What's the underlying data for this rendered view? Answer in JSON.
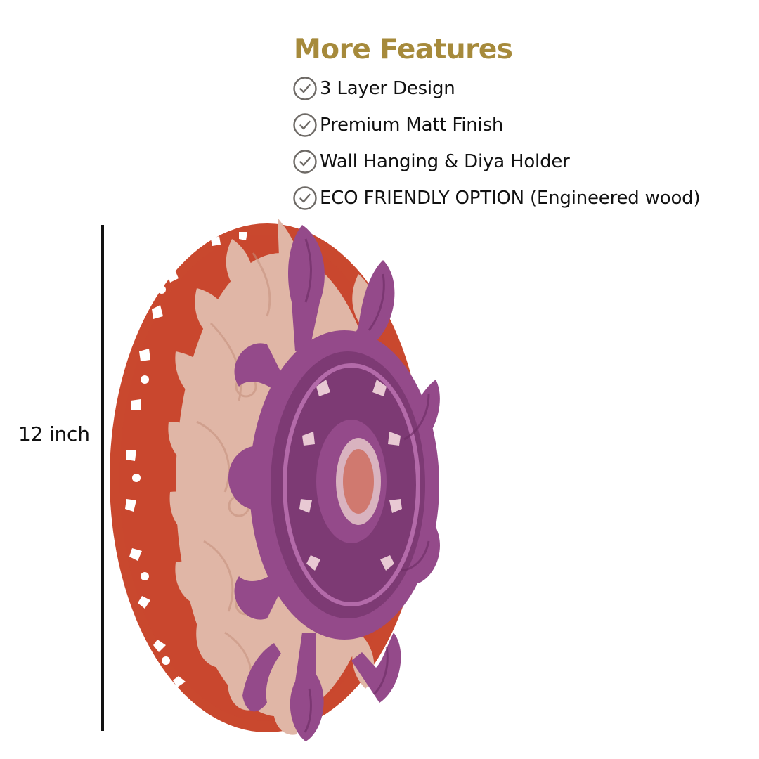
{
  "header": {
    "title": "More Features"
  },
  "features": [
    {
      "label": "3 Layer Design",
      "icon": "check-circle-icon"
    },
    {
      "label": "Premium Matt Finish",
      "icon": "check-circle-icon"
    },
    {
      "label": "Wall Hanging & Diya Holder",
      "icon": "check-circle-icon"
    },
    {
      "label": "ECO FRIENDLY OPTION (Engineered wood)",
      "icon": "check-circle-icon"
    }
  ],
  "dimension": {
    "label": "12 inch"
  },
  "colors": {
    "title": "#A68A3B",
    "check_icon": "#6E6A66",
    "dimension_line": "#111111",
    "layer_back": "#C9482E",
    "layer_middle": "#E0B6A6",
    "layer_front": "#944A8A"
  }
}
